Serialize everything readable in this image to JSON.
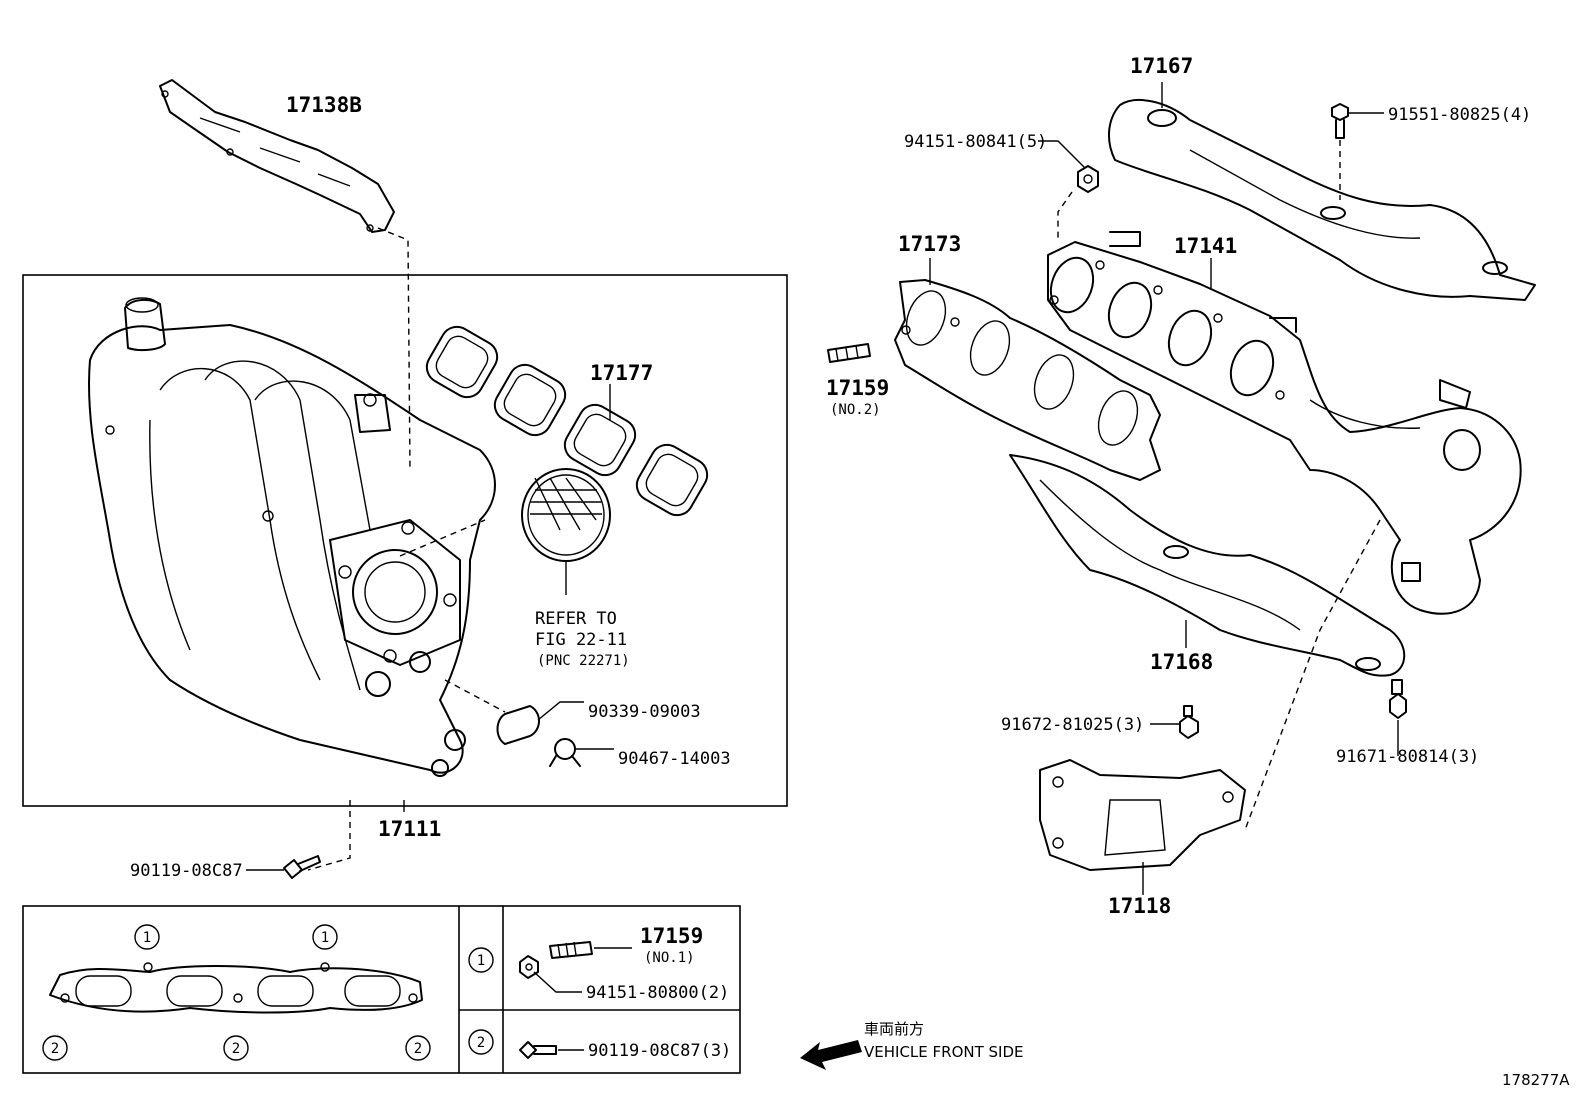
{
  "parts": {
    "p17138B": "17138B",
    "p17111": "17111",
    "p17177": "17177",
    "p17167": "17167",
    "p17141": "17141",
    "p17173": "17173",
    "p17159": "17159",
    "p17159_note": "(NO.2)",
    "p17168": "17168",
    "p17118": "17118",
    "p94151_80841": "94151-80841(5)",
    "p91551_80825": "91551-80825(4)",
    "p91672_81025": "91672-81025(3)",
    "p91671_80814": "91671-80814(3)",
    "p90339_09003": "90339-09003",
    "p90467_14003": "90467-14003",
    "p90119_08C87": "90119-08C87"
  },
  "refer": {
    "line1": "REFER TO",
    "line2": "FIG 22-11",
    "line3": "(PNC 22271)"
  },
  "legend": {
    "marker1": "1",
    "marker2": "2",
    "row1_part": "17159",
    "row1_note": "(NO.1)",
    "row1_nut": "94151-80800(2)",
    "row2_bolt": "90119-08C87(3)"
  },
  "direction": {
    "japanese": "車両前方",
    "english": "VEHICLE FRONT SIDE"
  },
  "figure_id": "178277A"
}
